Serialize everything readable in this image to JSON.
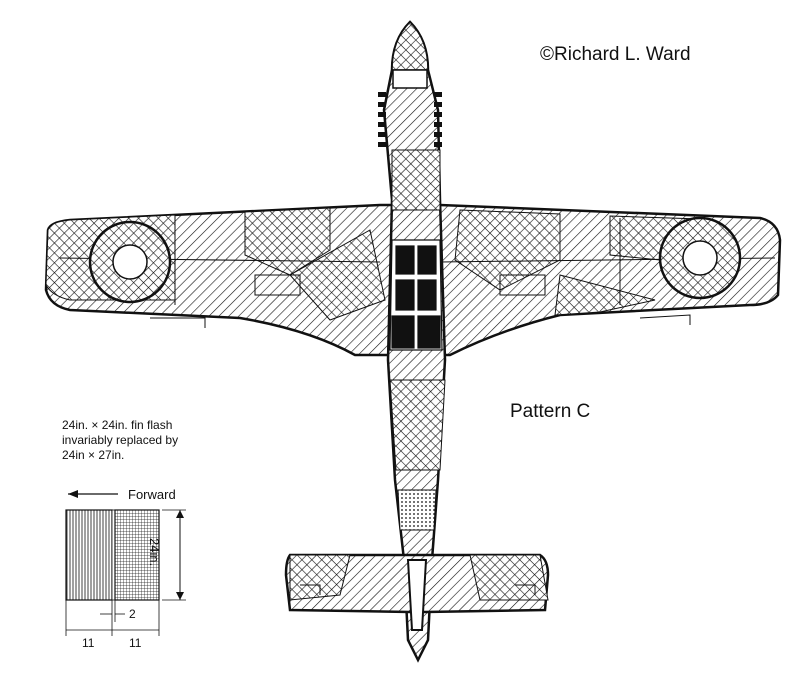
{
  "credit": "©Richard L. Ward",
  "pattern_label": "Pattern C",
  "fin_flash_note": {
    "lines": [
      "24in. × 24in. fin flash",
      "invariably replaced by",
      "24in × 27in."
    ]
  },
  "fin_flash_diagram": {
    "direction_label": "Forward",
    "height_label": "24in.",
    "width_left": "11",
    "width_right": "11",
    "gap_label": "2"
  },
  "colors": {
    "ink": "#111111",
    "paper": "#ffffff"
  }
}
